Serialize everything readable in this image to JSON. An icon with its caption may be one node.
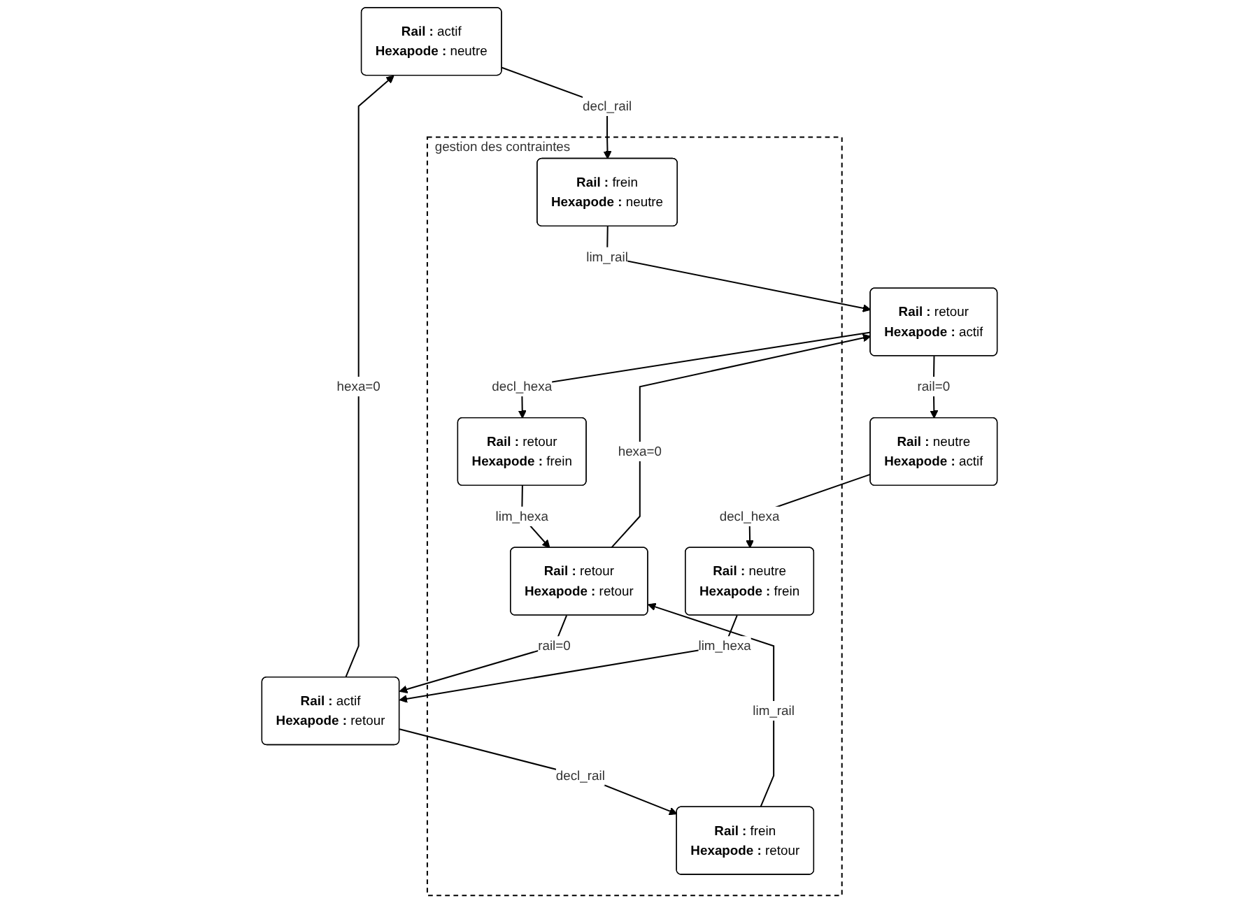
{
  "diagram": {
    "nodes": [
      {
        "text": [
          "**Rail :** actif",
          "**Hexapode :** neutre"
        ]
      },
      {
        "text": [
          "**Rail :** actif",
          "**Hexapode :** retour"
        ]
      },
      {
        "text": [
          "gestion des contraintes"
        ]
      },
      {
        "text": [
          "**Rail :** frein",
          "**Hexapode :** retour"
        ],
        "in": 2
      },
      {
        "text": [
          "**Rail :** frein",
          "**Hexapode :** neutre"
        ],
        "in": 2
      },
      {
        "text": [
          "**Rail :** retour",
          "**Hexapode :** retour"
        ],
        "in": 2
      },
      {
        "text": [
          "**Rail :** neutre",
          "**Hexapode :** frein"
        ],
        "in": 2
      },
      {
        "text": [
          "**Rail :** retour",
          "**Hexapode :** frein"
        ],
        "in": 2
      },
      {
        "text": [
          "**Rail :** retour",
          "**Hexapode :** actif"
        ]
      },
      {
        "text": [
          "**Rail :** neutre",
          "**Hexapode :** actif"
        ]
      }
    ],
    "edges": [
      {
        "from": 1,
        "to": 0,
        "label": "hexa=0",
        "arrow": "to"
      },
      {
        "from": 1,
        "to": 3,
        "label": "decl_rail",
        "arrow": "to"
      },
      {
        "from": 0,
        "to": 4,
        "label": "decl_rail",
        "arrow": "to"
      },
      {
        "from": 3,
        "to": 5,
        "label": "lim_rail",
        "arrow": "to"
      },
      {
        "from": 5,
        "to": 1,
        "label": "rail=0",
        "arrow": "to"
      },
      {
        "from": 6,
        "to": 1,
        "label": "lim_hexa",
        "arrow": "to"
      },
      {
        "from": 4,
        "to": 8,
        "label": "lim_rail",
        "arrow": "to"
      },
      {
        "from": 5,
        "to": 8,
        "label": "hexa=0",
        "arrow": "to"
      },
      {
        "from": 7,
        "to": 5,
        "label": "lim_hexa",
        "arrow": "to"
      },
      {
        "from": 8,
        "to": 7,
        "label": "decl_hexa",
        "arrow": "to"
      },
      {
        "from": 8,
        "to": 9,
        "label": "rail=0",
        "arrow": "to"
      },
      {
        "from": 9,
        "to": 6,
        "label": "decl_hexa",
        "arrow": "to"
      }
    ]
  }
}
